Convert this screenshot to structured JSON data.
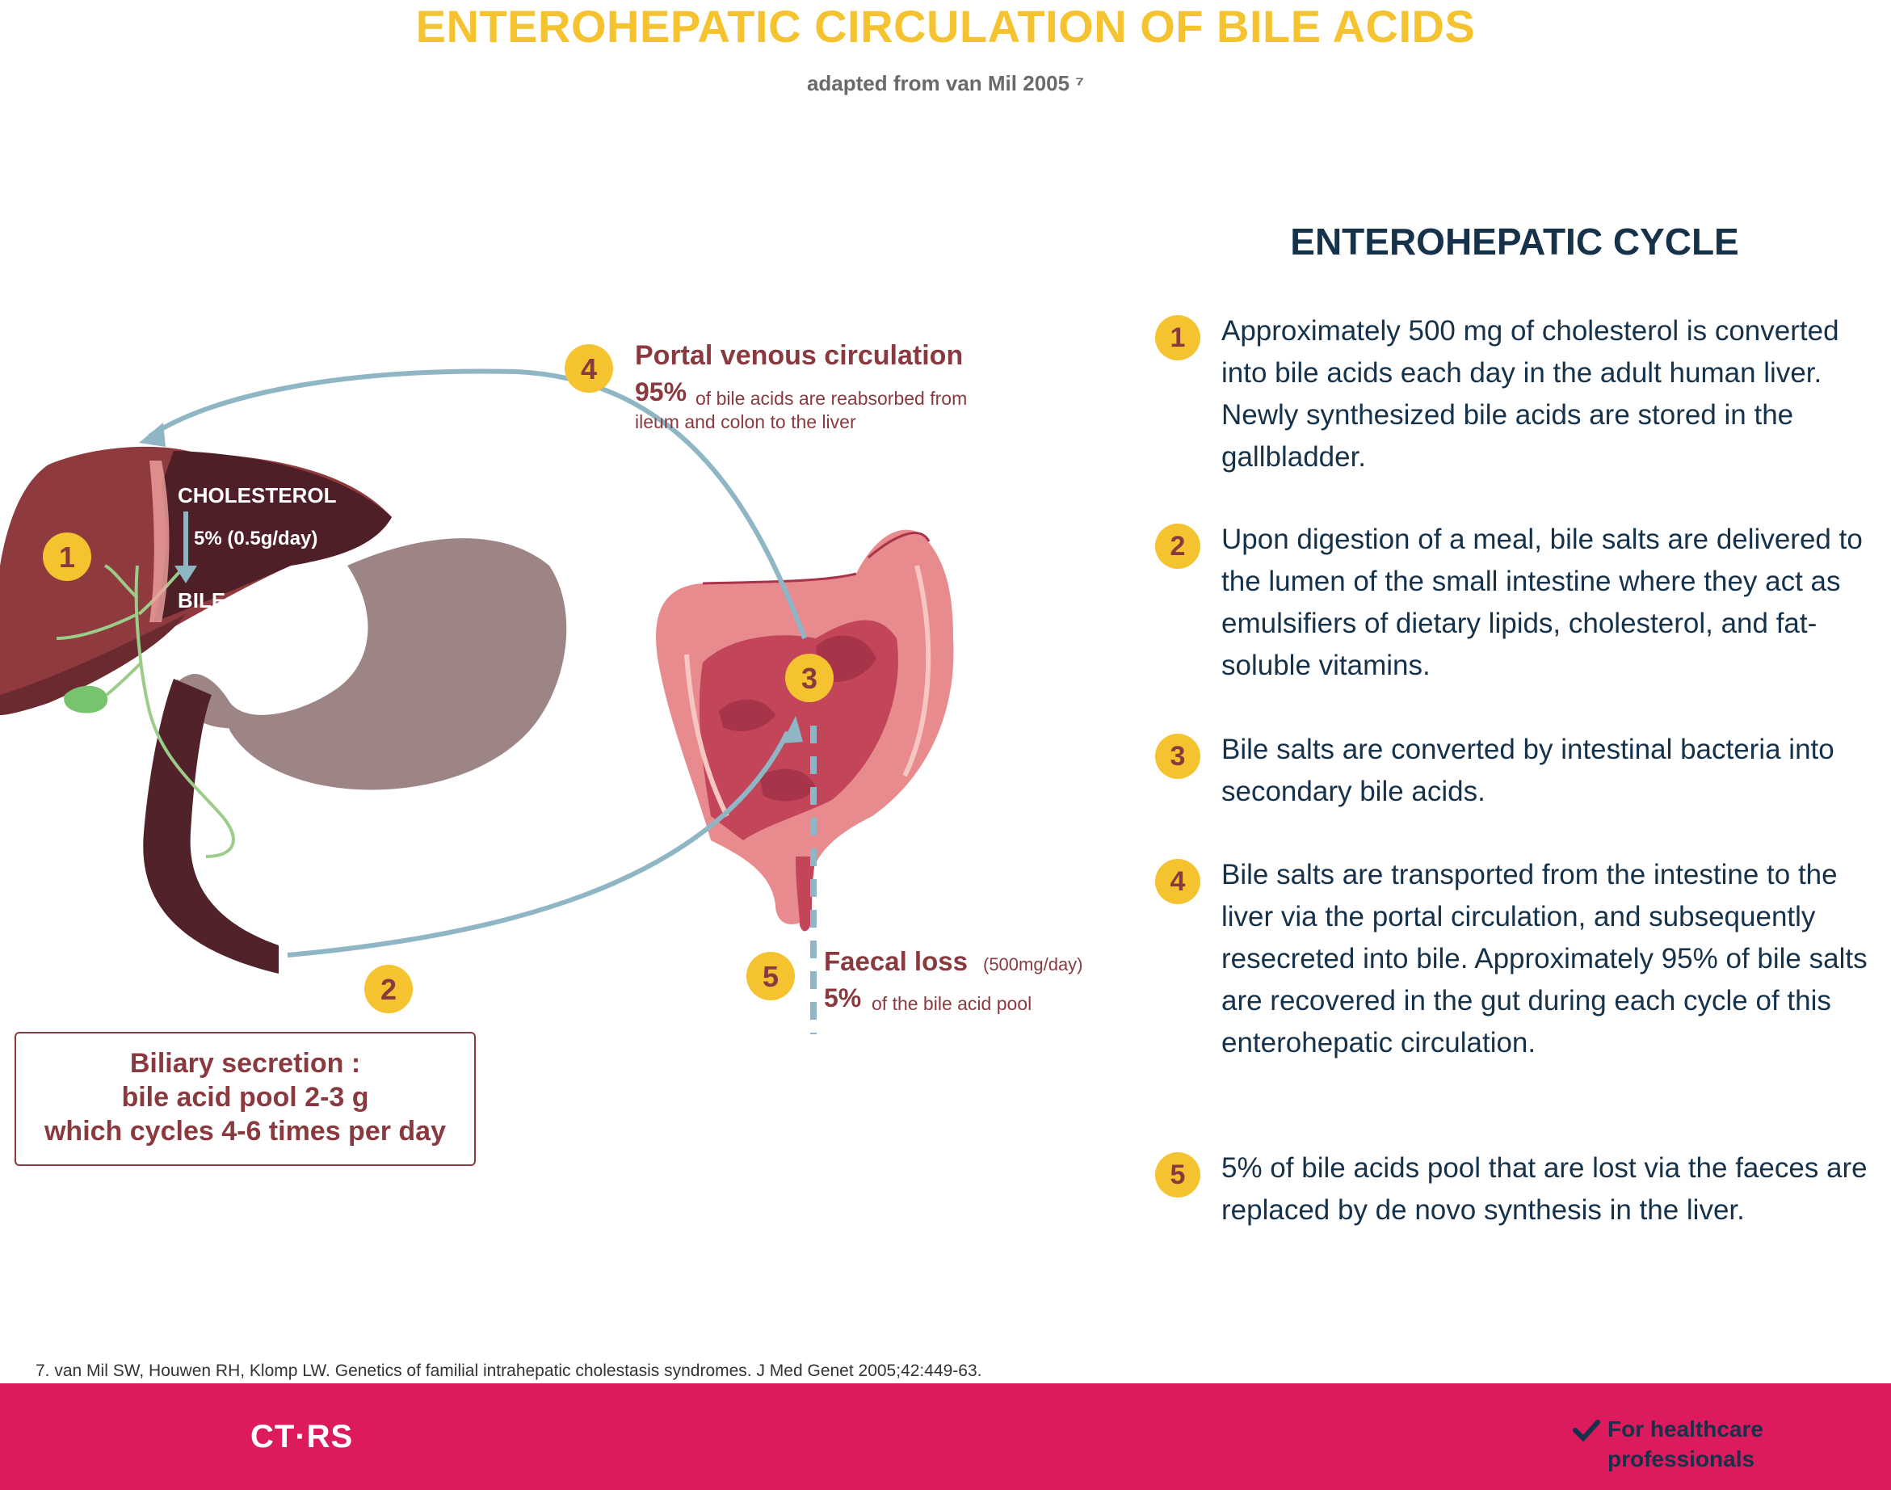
{
  "header": {
    "title": "ENTEROHEPATIC CIRCULATION OF BILE ACIDS",
    "subtitle": "adapted from van Mil 2005 ⁷"
  },
  "diagram": {
    "liver": {
      "number": "1",
      "cholesterol_label": "CHOLESTEROL",
      "conversion_label": "5% (0.5g/day)",
      "bile_acids_label": "BILE ACIDS"
    },
    "portal": {
      "number": "4",
      "title": "Portal venous circulation",
      "percent": "95%",
      "line1": "of bile acids are reabsorbed from",
      "line2": "ileum and colon to the liver"
    },
    "intestine": {
      "number": "3"
    },
    "secretion": {
      "number": "2",
      "box_lines": [
        "Biliary secretion :",
        "bile acid pool 2-3 g",
        "which cycles 4-6 times per day"
      ]
    },
    "faecal": {
      "number": "5",
      "title": "Faecal loss",
      "rate": "(500mg/day)",
      "percent": "5%",
      "desc": "of the bile acid pool"
    }
  },
  "cycle": {
    "heading": "ENTEROHEPATIC CYCLE",
    "steps": [
      {
        "number": "1",
        "text": "Approximately 500 mg of cholesterol is converted into bile acids each day in the adult human liver. Newly synthesized bile acids are stored in the gallbladder."
      },
      {
        "number": "2",
        "text": "Upon digestion of a meal, bile salts are delivered to the lumen of the small intestine where they act as emulsifiers of dietary lipids, cholesterol, and fat-soluble vitamins."
      },
      {
        "number": "3",
        "text": "Bile salts are converted by intestinal bacteria into secondary bile acids."
      },
      {
        "number": "4",
        "text": "Bile salts are transported from the intestine to the liver via the portal circulation, and subsequently resecreted into bile. Approximately 95% of bile salts are recovered in the gut during each cycle of this enterohepatic circulation."
      },
      {
        "number": "5",
        "text": "5% of bile acids pool that are lost via the faeces are replaced by de novo synthesis in the liver."
      }
    ]
  },
  "footnote": "7. van Mil SW, Houwen RH, Klomp LW. Genetics of familial intrahepatic cholestasis syndromes. J Med Genet 2005;42:449-63.",
  "footer": {
    "logo": "CT·RS",
    "audience_line1": "For healthcare",
    "audience_line2": "professionals"
  },
  "colors": {
    "title": "#f5c330",
    "badge": "#f5c330",
    "maroon": "#8a3a3f",
    "navy": "#16324a",
    "arrow": "#8fb6c4",
    "footer": "#dc1a5d"
  }
}
